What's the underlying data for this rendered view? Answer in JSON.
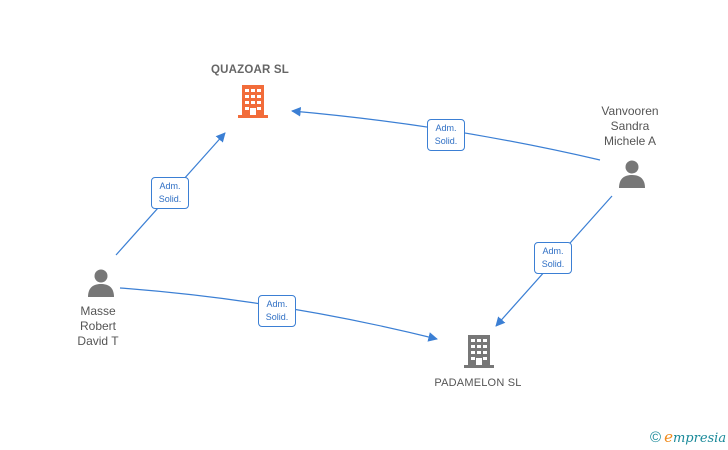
{
  "nodes": {
    "quazoar": {
      "name": "QUAZOAR  SL",
      "kind": "company",
      "color": "#f26c3a"
    },
    "padamelon": {
      "name": "PADAMELON  SL",
      "kind": "company",
      "color": "#777777"
    },
    "vanvooren": {
      "name_lines": [
        "Vanvooren",
        "Sandra",
        "Michele A"
      ],
      "kind": "person",
      "color": "#777777"
    },
    "masse": {
      "name_lines": [
        "Masse",
        "Robert",
        "David T"
      ],
      "kind": "person",
      "color": "#777777"
    }
  },
  "edges": [
    {
      "from": "masse",
      "to": "quazoar",
      "label_lines": [
        "Adm.",
        "Solid."
      ]
    },
    {
      "from": "vanvooren",
      "to": "quazoar",
      "label_lines": [
        "Adm.",
        "Solid."
      ]
    },
    {
      "from": "masse",
      "to": "padamelon",
      "label_lines": [
        "Adm.",
        "Solid."
      ]
    },
    {
      "from": "vanvooren",
      "to": "padamelon",
      "label_lines": [
        "Adm.",
        "Solid."
      ]
    }
  ],
  "edge_color": "#3b7fd4",
  "brand": {
    "copyright": "©",
    "logo_initial": "e",
    "logo_rest": "mpresia"
  }
}
